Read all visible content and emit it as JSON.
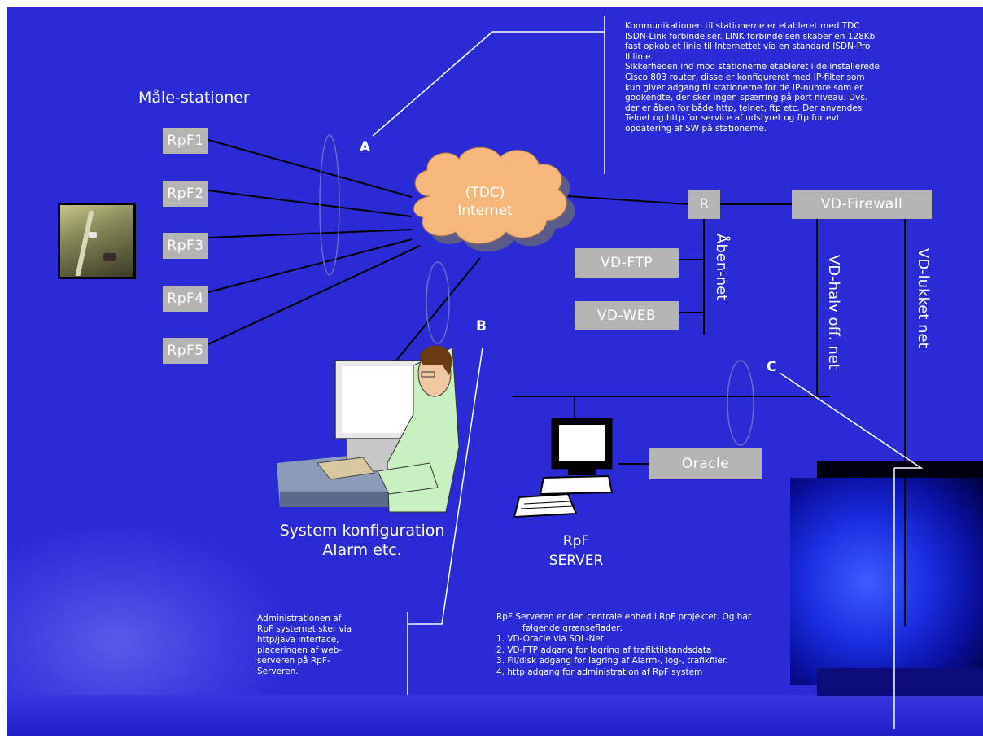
{
  "colors": {
    "background": "#2b2bd6",
    "box": "#b4b4b4",
    "line": "#000000",
    "callout": "#ffffff",
    "cloud": "#f5b77c"
  },
  "heading": "Måle-stationer",
  "stations": [
    "RpF1",
    "RpF2",
    "RpF3",
    "RpF4",
    "RpF5"
  ],
  "cloud": {
    "line1": "(TDC)",
    "line2": "Internet"
  },
  "router": "R",
  "firewall": "VD-Firewall",
  "ftp": "VD-FTP",
  "web": "VD-WEB",
  "oracle": "Oracle",
  "nets": {
    "aaben": "Åben-net",
    "halv": "VD-halv off. net",
    "lukket": "VD-lukket net"
  },
  "markers": {
    "a": "A",
    "b": "B",
    "c": "C"
  },
  "workstation": {
    "line1": "System konfiguration",
    "line2": "Alarm etc."
  },
  "server": {
    "line1": "RpF",
    "line2": "SERVER"
  },
  "note_a": [
    "Kommunikationen til stationerne er etableret med TDC",
    "ISDN-Link forbindelser. LINK forbindelsen skaber en 128Kb",
    "fast opkoblet linie til Internettet via en standard ISDN-Pro",
    "II linie.",
    "Sikkerheden ind mod stationerne etableret i de installerede",
    "Cisco 803 router, disse er konfigureret med IP-filter som",
    "kun giver adgang til stationerne for de IP-numre som er",
    "godkendte, der sker ingen spærring på port niveau. Dvs.",
    "der er åben for både http, telnet, ftp etc. Der anvendes",
    "Telnet og http for service af udstyret og ftp for evt.",
    "opdatering af SW på stationerne."
  ],
  "note_b": [
    "Administrationen af",
    "RpF systemet sker via",
    "http/java interface,",
    "placeringen af web-",
    "serveren på RpF-",
    "Serveren."
  ],
  "note_c": {
    "intro1": "RpF Serveren er den centrale enhed i RpF projektet. Og har",
    "intro2": "følgende grænseflader:",
    "items": [
      "1. VD-Oracle via SQL-Net",
      "2. VD-FTP adgang for lagring af trafiktilstandsdata",
      "3. Fil/disk adgang for lagring af Alarm-, log-, trafikfiler.",
      "4. http adgang for administration af RpF system"
    ]
  }
}
